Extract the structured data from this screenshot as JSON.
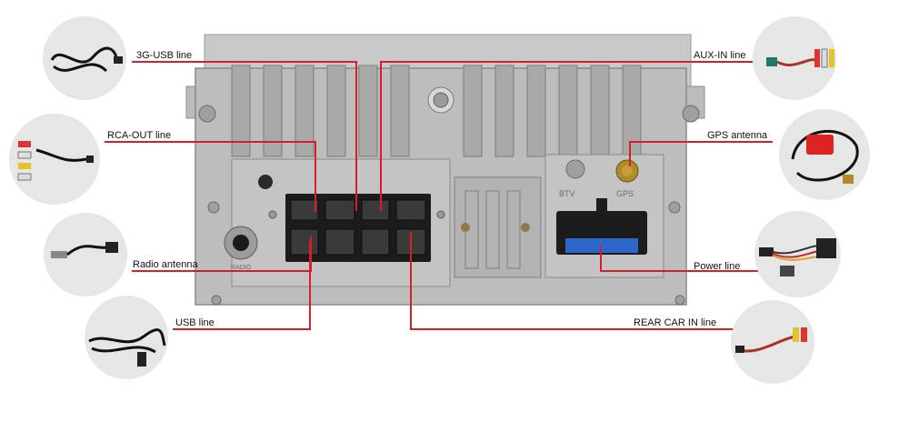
{
  "labels": {
    "usb3g": "3G-USB line",
    "rca_out": "RCA-OUT line",
    "radio": "Radio antenna",
    "usb": "USB line",
    "aux_in": "AUX-IN line",
    "gps": "GPS antenna",
    "power": "Power line",
    "rear_car": "REAR CAR IN line"
  },
  "unit_markings": {
    "port_left": "BTV",
    "port_right": "GPS",
    "radio_port": "RADIO"
  },
  "colors": {
    "line": "#d81f26",
    "housing": "#bdbdbd",
    "circle": "#e6e6e6"
  },
  "icons": [
    "usb-cable-icon",
    "rca-cable-icon",
    "radio-antenna-cable-icon",
    "usb-cable-icon",
    "aux-cable-icon",
    "gps-antenna-icon",
    "power-harness-icon",
    "rear-camera-cable-icon"
  ]
}
